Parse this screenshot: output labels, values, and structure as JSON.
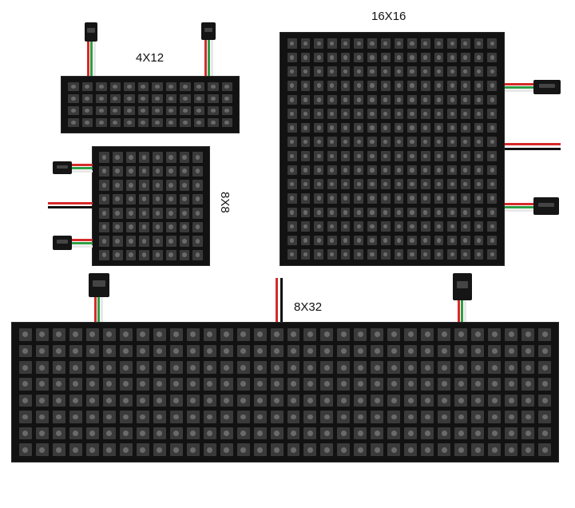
{
  "panels": {
    "p4x12": {
      "label": "4X12",
      "rows": 4,
      "cols": 12
    },
    "p8x8": {
      "label": "8X8",
      "rows": 8,
      "cols": 8
    },
    "p16x16": {
      "label": "16X16",
      "rows": 16,
      "cols": 16
    },
    "p8x32": {
      "label": "8X32",
      "rows": 8,
      "cols": 32
    }
  },
  "colors": {
    "board": "#121212",
    "led": "#3a3a3a",
    "wire_red": "#d62a2a",
    "wire_green": "#2e9e44",
    "wire_white": "#e8e8e8",
    "wire_black": "#111111",
    "connector": "#151515"
  }
}
